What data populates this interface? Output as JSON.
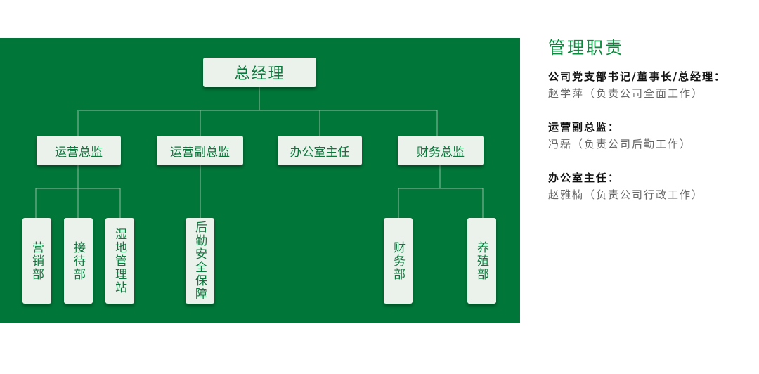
{
  "chart": {
    "root": "总经理",
    "level2": [
      "运营总监",
      "运营副总监",
      "办公室主任",
      "财务总监"
    ],
    "level3": [
      "营销部",
      "接待部",
      "湿地管理站",
      "后勤安全保障",
      "财务部",
      "养殖部"
    ]
  },
  "side": {
    "title": "管理职责",
    "items": [
      {
        "role": "公司党支部书记/董事长/总经理：",
        "desc": "赵学萍（负责公司全面工作）"
      },
      {
        "role": "运营副总监：",
        "desc": "冯磊（负责公司后勤工作）"
      },
      {
        "role": "办公室主任：",
        "desc": "赵雅楠（负责公司行政工作）"
      }
    ]
  },
  "colors": {
    "green": "#007638",
    "box": "#ebf2ec"
  }
}
